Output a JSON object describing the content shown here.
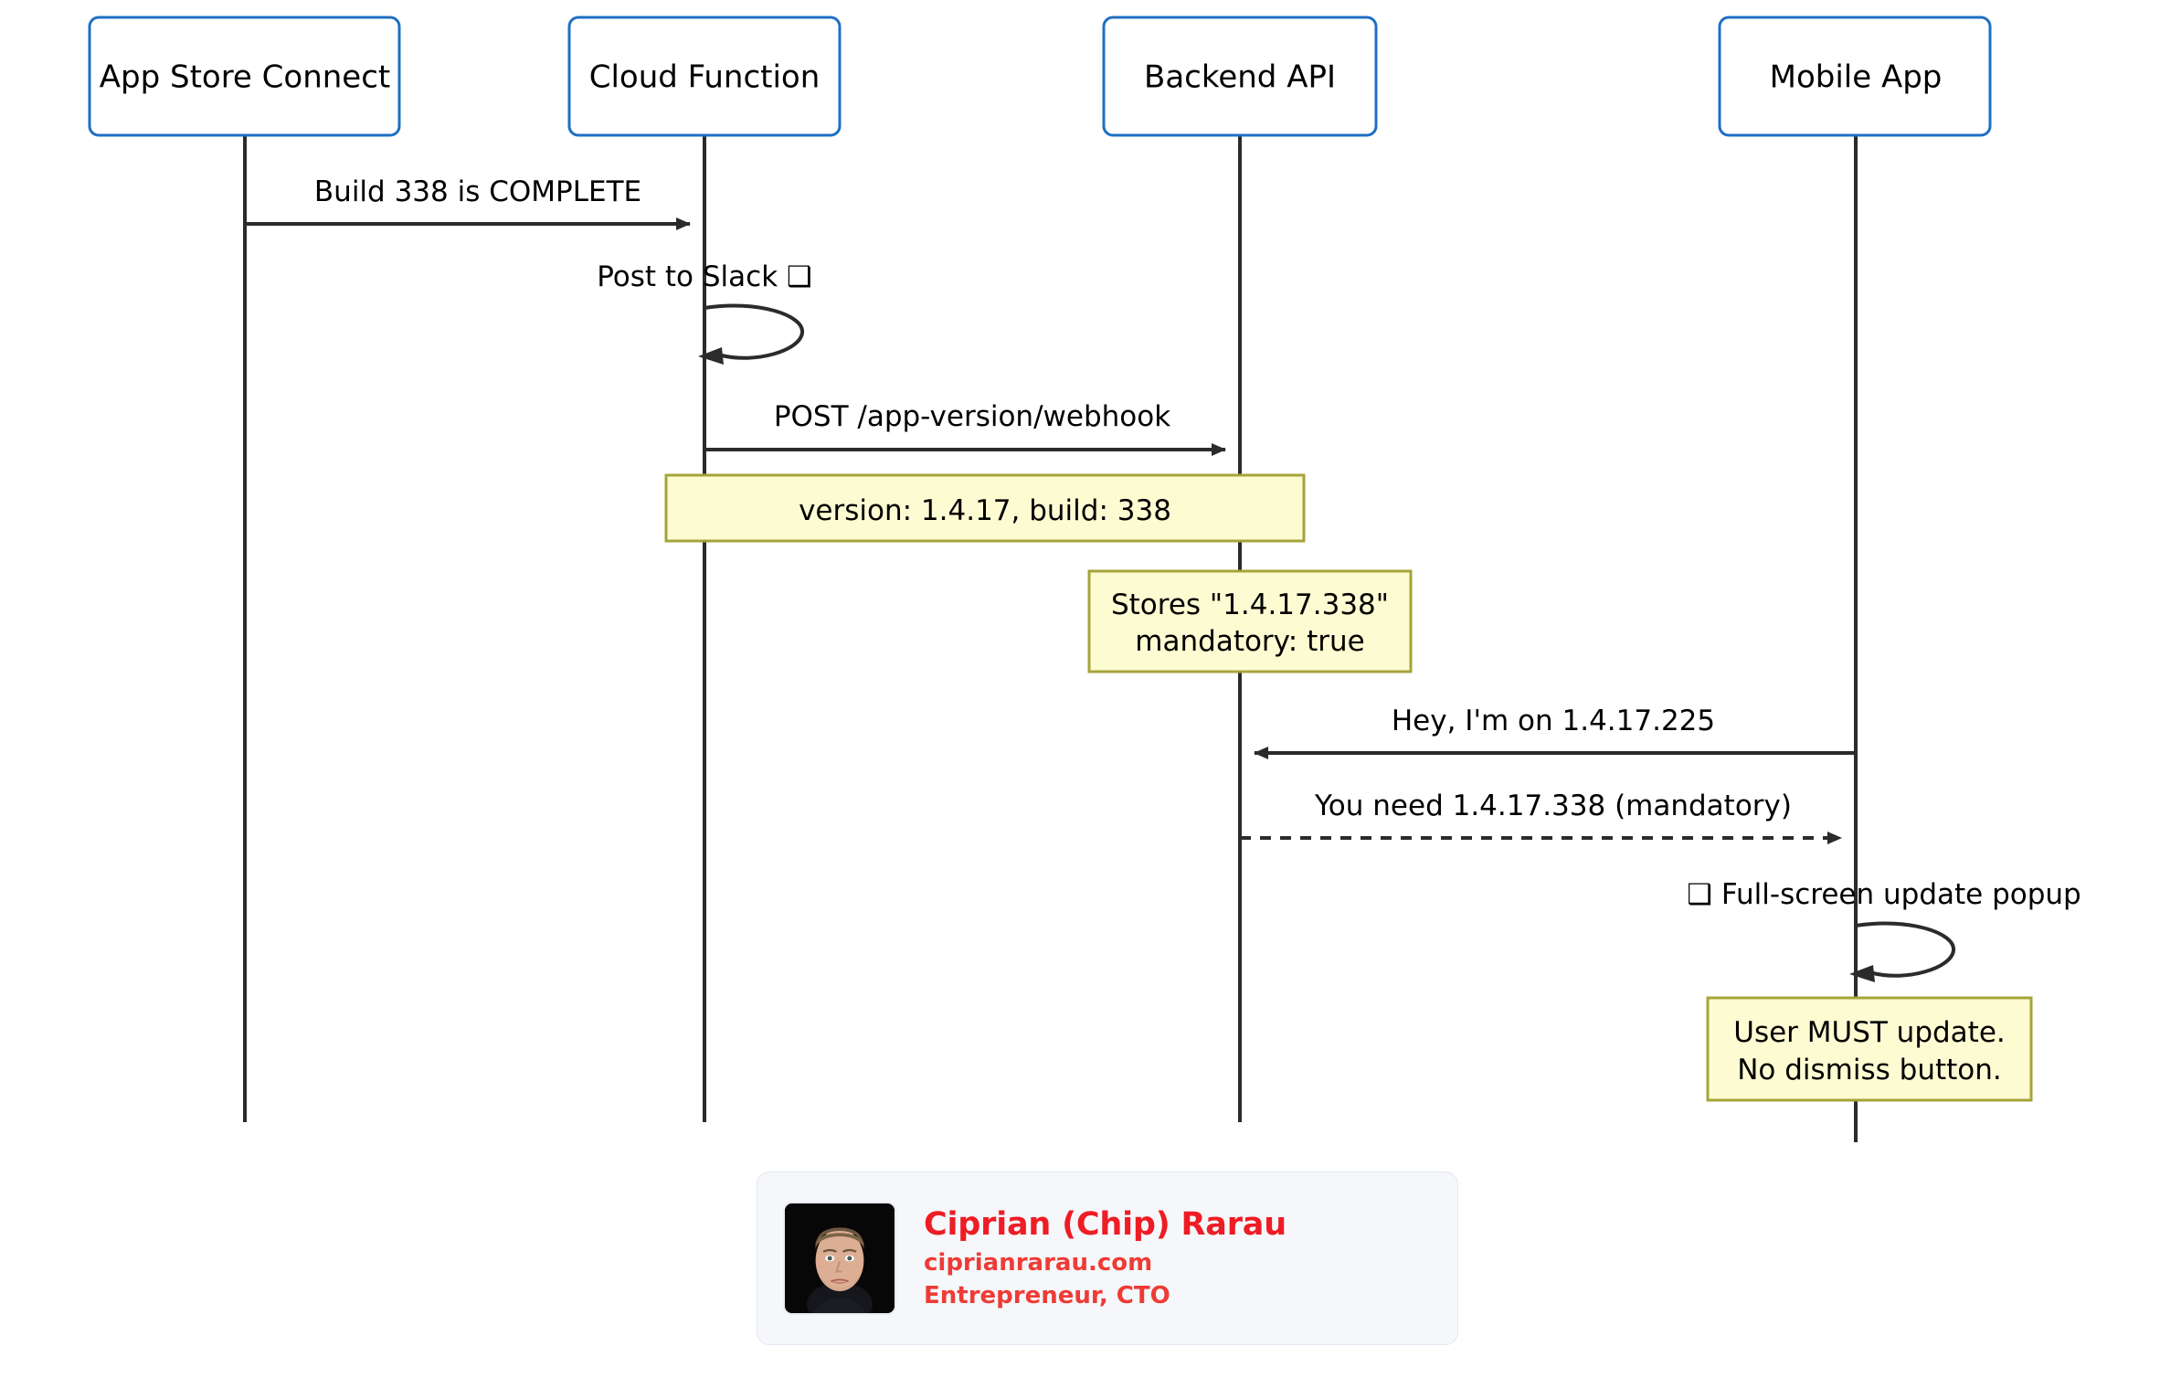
{
  "diagram": {
    "type": "sequence-diagram",
    "participants": [
      {
        "id": "app-store-connect",
        "label": "App Store Connect"
      },
      {
        "id": "cloud-function",
        "label": "Cloud Function"
      },
      {
        "id": "backend-api",
        "label": "Backend API"
      },
      {
        "id": "mobile-app",
        "label": "Mobile App"
      }
    ],
    "messages": [
      {
        "id": "msg-build-complete",
        "label": "Build 338 is COMPLETE",
        "from": "app-store-connect",
        "to": "cloud-function",
        "style": "solid",
        "arrow": "filled"
      },
      {
        "id": "msg-post-to-slack",
        "label": "Post to Slack ❑",
        "from": "cloud-function",
        "to": "cloud-function",
        "style": "self-loop",
        "arrow": "filled"
      },
      {
        "id": "msg-post-webhook",
        "label": "POST /app-version/webhook",
        "from": "cloud-function",
        "to": "backend-api",
        "style": "solid",
        "arrow": "filled"
      },
      {
        "id": "msg-hey-im-on",
        "label": "Hey, I'm on 1.4.17.225",
        "from": "mobile-app",
        "to": "backend-api",
        "style": "solid",
        "arrow": "filled"
      },
      {
        "id": "msg-you-need",
        "label": "You need 1.4.17.338 (mandatory)",
        "from": "backend-api",
        "to": "mobile-app",
        "style": "dashed",
        "arrow": "filled"
      },
      {
        "id": "msg-fullscreen-popup",
        "label": "❑ Full-screen update popup",
        "from": "mobile-app",
        "to": "mobile-app",
        "style": "self-loop",
        "arrow": "filled"
      }
    ],
    "notes": [
      {
        "id": "note-version-build",
        "lines": [
          "version: 1.4.17, build: 338"
        ]
      },
      {
        "id": "note-stores-mandatory",
        "lines": [
          "Stores \"1.4.17.338\"",
          "mandatory: true"
        ]
      },
      {
        "id": "note-user-must-update",
        "lines": [
          "User MUST update.",
          "No dismiss button."
        ]
      }
    ],
    "colors": {
      "participant_border": "#1f6fc4",
      "participant_fill": "#ffffff",
      "lifeline": "#2b2b2b",
      "arrow": "#2b2b2b",
      "note_fill": "#fcfbd2",
      "note_border": "#a6a43a"
    }
  },
  "card": {
    "name": "Ciprian (Chip) Rarau",
    "website": "ciprianrarau.com",
    "role": "Entrepreneur, CTO",
    "photo_alt": "portrait-photo",
    "colors": {
      "background": "#f5f7fa",
      "name_text": "#ee1c25",
      "detail_text": "#ee3b35"
    }
  }
}
